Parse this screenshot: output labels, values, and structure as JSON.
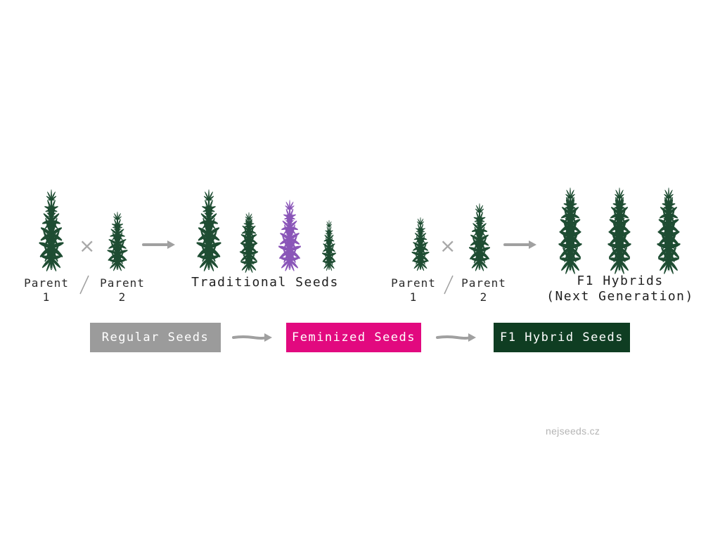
{
  "left_group": {
    "parent1": [
      "Parent",
      "1"
    ],
    "parent2": [
      "Parent",
      "2"
    ],
    "result": "Traditional Seeds"
  },
  "right_group": {
    "parent1": [
      "Parent",
      "1"
    ],
    "parent2": [
      "Parent",
      "2"
    ],
    "result": [
      "F1 Hybrids",
      "(Next Generation)"
    ]
  },
  "cross_symbol": "×",
  "stages": [
    {
      "label": "Regular Seeds",
      "color": "#9b9b9b"
    },
    {
      "label": "Feminized Seeds",
      "color": "#e2097f"
    },
    {
      "label": "F1 Hybrid Seeds",
      "color": "#0f3d22"
    }
  ],
  "plant_colors": {
    "green": "#1f4d33",
    "purple": "#8a56b8"
  },
  "arrow_color": "#a0a0a0",
  "credit": "nejseeds.cz"
}
